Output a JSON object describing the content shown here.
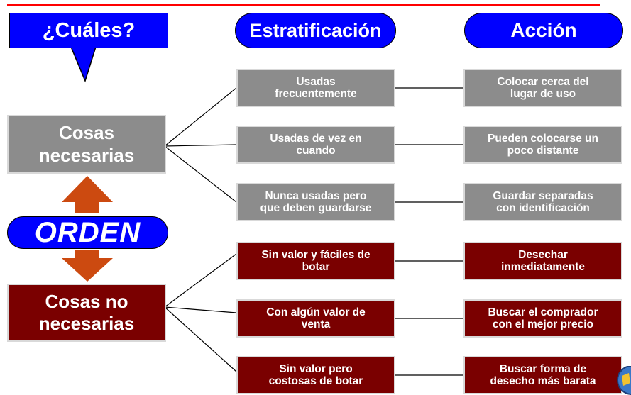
{
  "headers": {
    "cuales": "¿Cuáles?",
    "estratificacion": "Estratificación",
    "accion": "Acción"
  },
  "center": {
    "necesarias": "Cosas\nnecesarias",
    "orden": "ORDEN",
    "no_necesarias": "Cosas no\nnecesarias"
  },
  "strata": [
    "Usadas\nfrecuentemente",
    "Usadas de vez en\ncuando",
    "Nunca usadas pero\nque deben guardarse",
    "Sin valor y fáciles de\nbotar",
    "Con algún valor de\nventa",
    "Sin valor pero\ncostosas de botar"
  ],
  "actions": [
    "Colocar cerca del\nlugar de uso",
    "Pueden colocarse un\npoco distante",
    "Guardar separadas\ncon identificación",
    "Desechar\ninmediatamente",
    "Buscar el comprador\ncon el mejor precio",
    "Buscar forma de\ndesecho más barata"
  ],
  "colors": {
    "header_blue": "#0000ff",
    "necessary_gray": "#8c8c8c",
    "unnecessary_red": "#7a0000",
    "arrow_orange": "#cc4a10",
    "top_rule": "#ff0000"
  }
}
